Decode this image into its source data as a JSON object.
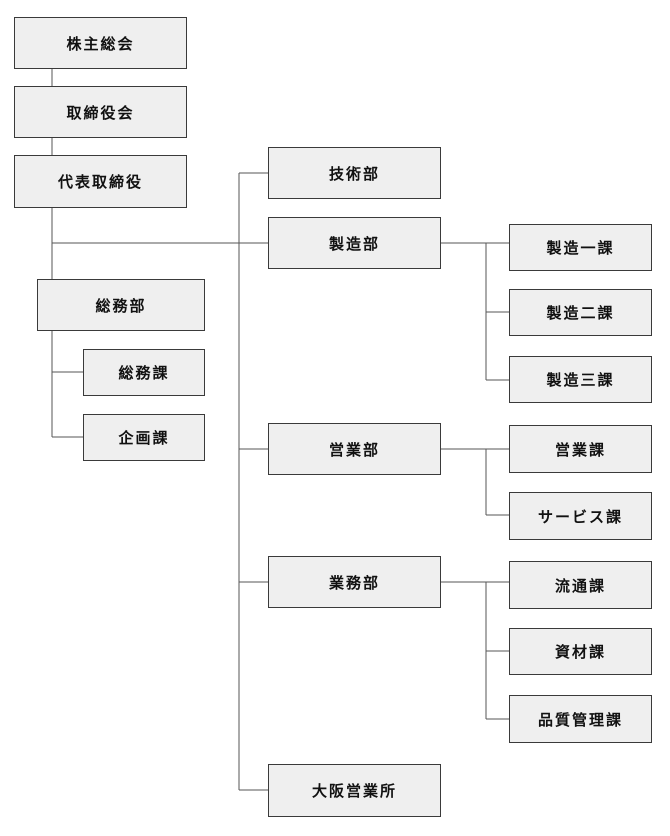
{
  "org_chart": {
    "top": {
      "shareholders_meeting": "株主総会",
      "board_of_directors": "取締役会",
      "representative_director": "代表取締役"
    },
    "general_affairs": {
      "department": "総務部",
      "sections": [
        "総務課",
        "企画課"
      ]
    },
    "departments": {
      "technology": "技術部",
      "manufacturing": "製造部",
      "sales": "営業部",
      "operations": "業務部",
      "osaka_office": "大阪営業所"
    },
    "manufacturing_sections": [
      "製造一課",
      "製造二課",
      "製造三課"
    ],
    "sales_sections": [
      "営業課",
      "サービス課"
    ],
    "operations_sections": [
      "流通課",
      "資材課",
      "品質管理課"
    ]
  },
  "colors": {
    "box_fill": "#efefef",
    "box_border": "#3a3a3a",
    "connector": "#555555",
    "text": "#111111"
  }
}
